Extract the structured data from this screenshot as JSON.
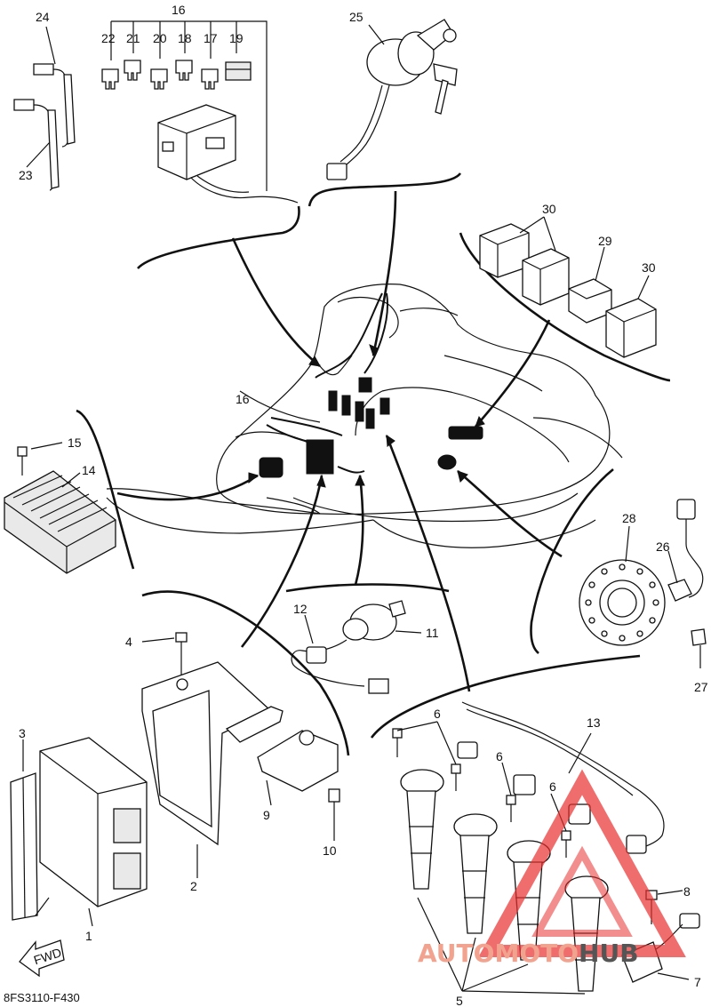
{
  "diagram_code": "8FS3110-F430",
  "fwd_label": "FWD",
  "watermark": {
    "part1": "AUTO",
    "part2": "MOTO",
    "part3": "HUB",
    "color": "#e8312f",
    "color2": "#f2a38f"
  },
  "callouts": [
    {
      "id": "c1",
      "text": "1"
    },
    {
      "id": "c2",
      "text": "2"
    },
    {
      "id": "c3",
      "text": "3"
    },
    {
      "id": "c4",
      "text": "4"
    },
    {
      "id": "c5",
      "text": "5"
    },
    {
      "id": "c6a",
      "text": "6"
    },
    {
      "id": "c6b",
      "text": "6"
    },
    {
      "id": "c6c",
      "text": "6"
    },
    {
      "id": "c7",
      "text": "7"
    },
    {
      "id": "c8",
      "text": "8"
    },
    {
      "id": "c9",
      "text": "9"
    },
    {
      "id": "c10",
      "text": "10"
    },
    {
      "id": "c11",
      "text": "11"
    },
    {
      "id": "c12",
      "text": "12"
    },
    {
      "id": "c13",
      "text": "13"
    },
    {
      "id": "c14",
      "text": "14"
    },
    {
      "id": "c15",
      "text": "15"
    },
    {
      "id": "c16a",
      "text": "16"
    },
    {
      "id": "c16b",
      "text": "16"
    },
    {
      "id": "c17",
      "text": "17"
    },
    {
      "id": "c18",
      "text": "18"
    },
    {
      "id": "c19",
      "text": "19"
    },
    {
      "id": "c20",
      "text": "20"
    },
    {
      "id": "c21",
      "text": "21"
    },
    {
      "id": "c22",
      "text": "22"
    },
    {
      "id": "c23",
      "text": "23"
    },
    {
      "id": "c24",
      "text": "24"
    },
    {
      "id": "c25",
      "text": "25"
    },
    {
      "id": "c26",
      "text": "26"
    },
    {
      "id": "c27",
      "text": "27"
    },
    {
      "id": "c28",
      "text": "28"
    },
    {
      "id": "c29",
      "text": "29"
    },
    {
      "id": "c30a",
      "text": "30"
    },
    {
      "id": "c30b",
      "text": "30"
    }
  ]
}
